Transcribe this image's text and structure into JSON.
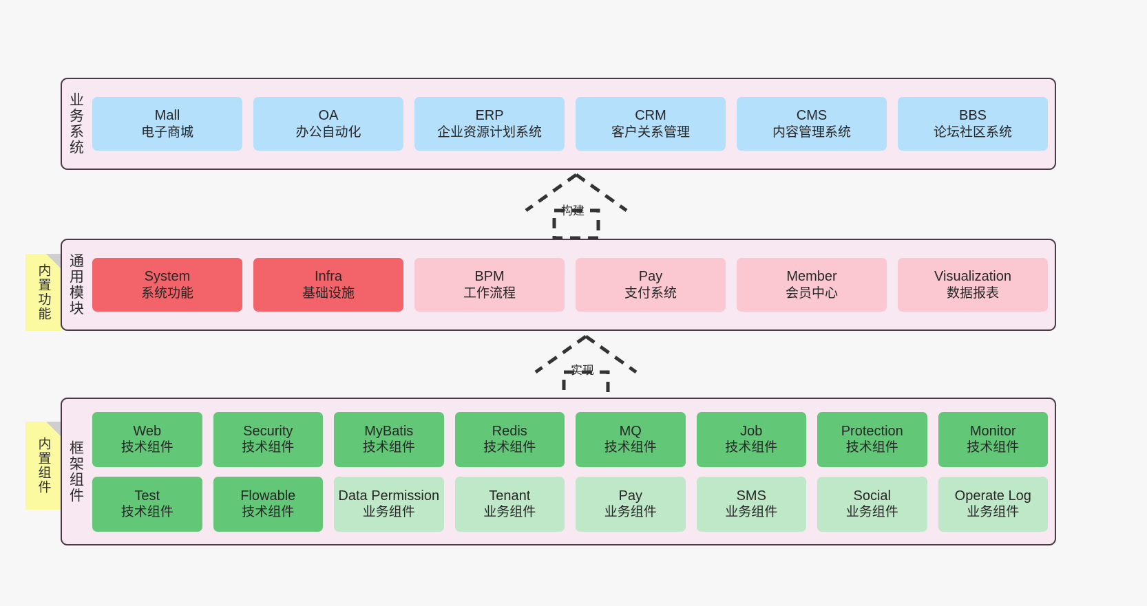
{
  "diagram": {
    "background_color": "#f7f7f7",
    "layer_fill_color": "#f8e8f2",
    "layer_border_color": "#4a3a46",
    "sticky_color": "#fcfaa0"
  },
  "layers": [
    {
      "id": "business",
      "title": "业务系统",
      "cards": [
        {
          "name": "Mall",
          "subtitle": "电子商城",
          "color": "#b5e0fb"
        },
        {
          "name": "OA",
          "subtitle": "办公自动化",
          "color": "#b5e0fb"
        },
        {
          "name": "ERP",
          "subtitle": "企业资源计划系统",
          "color": "#b5e0fb"
        },
        {
          "name": "CRM",
          "subtitle": "客户关系管理",
          "color": "#b5e0fb"
        },
        {
          "name": "CMS",
          "subtitle": "内容管理系统",
          "color": "#b5e0fb"
        },
        {
          "name": "BBS",
          "subtitle": "论坛社区系统",
          "color": "#b5e0fb"
        }
      ]
    },
    {
      "id": "module",
      "title": "通用模块",
      "sticky": "内置功能",
      "cards": [
        {
          "name": "System",
          "subtitle": "系统功能",
          "color": "#f2636a"
        },
        {
          "name": "Infra",
          "subtitle": "基础设施",
          "color": "#f2636a"
        },
        {
          "name": "BPM",
          "subtitle": "工作流程",
          "color": "#fbc8d1"
        },
        {
          "name": "Pay",
          "subtitle": "支付系统",
          "color": "#fbc8d1"
        },
        {
          "name": "Member",
          "subtitle": "会员中心",
          "color": "#fbc8d1"
        },
        {
          "name": "Visualization",
          "subtitle": "数据报表",
          "color": "#fbc8d1"
        }
      ]
    },
    {
      "id": "framework",
      "title": "框架组件",
      "sticky": "内置组件",
      "rows": [
        [
          {
            "name": "Web",
            "subtitle": "技术组件",
            "color": "#62c878"
          },
          {
            "name": "Security",
            "subtitle": "技术组件",
            "color": "#62c878"
          },
          {
            "name": "MyBatis",
            "subtitle": "技术组件",
            "color": "#62c878"
          },
          {
            "name": "Redis",
            "subtitle": "技术组件",
            "color": "#62c878"
          },
          {
            "name": "MQ",
            "subtitle": "技术组件",
            "color": "#62c878"
          },
          {
            "name": "Job",
            "subtitle": "技术组件",
            "color": "#62c878"
          },
          {
            "name": "Protection",
            "subtitle": "技术组件",
            "color": "#62c878"
          },
          {
            "name": "Monitor",
            "subtitle": "技术组件",
            "color": "#62c878"
          }
        ],
        [
          {
            "name": "Test",
            "subtitle": "技术组件",
            "color": "#62c878"
          },
          {
            "name": "Flowable",
            "subtitle": "技术组件",
            "color": "#62c878"
          },
          {
            "name": "Data Permission",
            "subtitle": "业务组件",
            "color": "#bfe8c8"
          },
          {
            "name": "Tenant",
            "subtitle": "业务组件",
            "color": "#bfe8c8"
          },
          {
            "name": "Pay",
            "subtitle": "业务组件",
            "color": "#bfe8c8"
          },
          {
            "name": "SMS",
            "subtitle": "业务组件",
            "color": "#bfe8c8"
          },
          {
            "name": "Social",
            "subtitle": "业务组件",
            "color": "#bfe8c8"
          },
          {
            "name": "Operate Log",
            "subtitle": "业务组件",
            "color": "#bfe8c8"
          }
        ]
      ]
    }
  ],
  "connectors": [
    {
      "id": "build",
      "label": "构建",
      "from": "module",
      "to": "business",
      "style": "dashed-generalization"
    },
    {
      "id": "impl",
      "label": "实现",
      "from": "framework",
      "to": "module",
      "style": "dashed-generalization"
    }
  ]
}
